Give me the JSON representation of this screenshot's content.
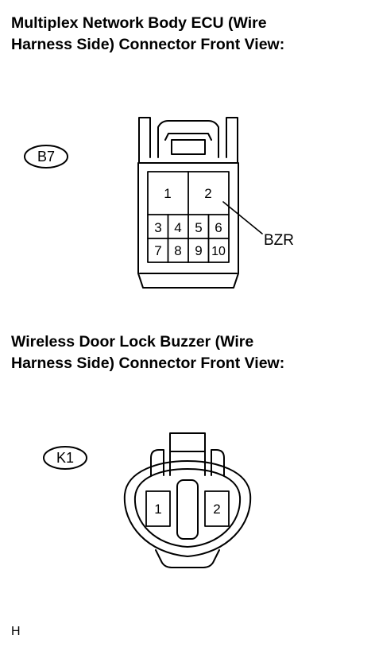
{
  "connector_1": {
    "heading_line1": "Multiplex Network Body ECU (Wire",
    "heading_line2": "Harness Side) Connector Front View:",
    "code": "B7",
    "pins": [
      "1",
      "2",
      "3",
      "4",
      "5",
      "6",
      "7",
      "8",
      "9",
      "10"
    ],
    "callout_label": "BZR"
  },
  "connector_2": {
    "heading_line1": "Wireless Door Lock Buzzer (Wire",
    "heading_line2": "Harness Side) Connector Front View:",
    "code": "K1",
    "pins": [
      "1",
      "2"
    ]
  },
  "footer": {
    "letter": "H"
  }
}
